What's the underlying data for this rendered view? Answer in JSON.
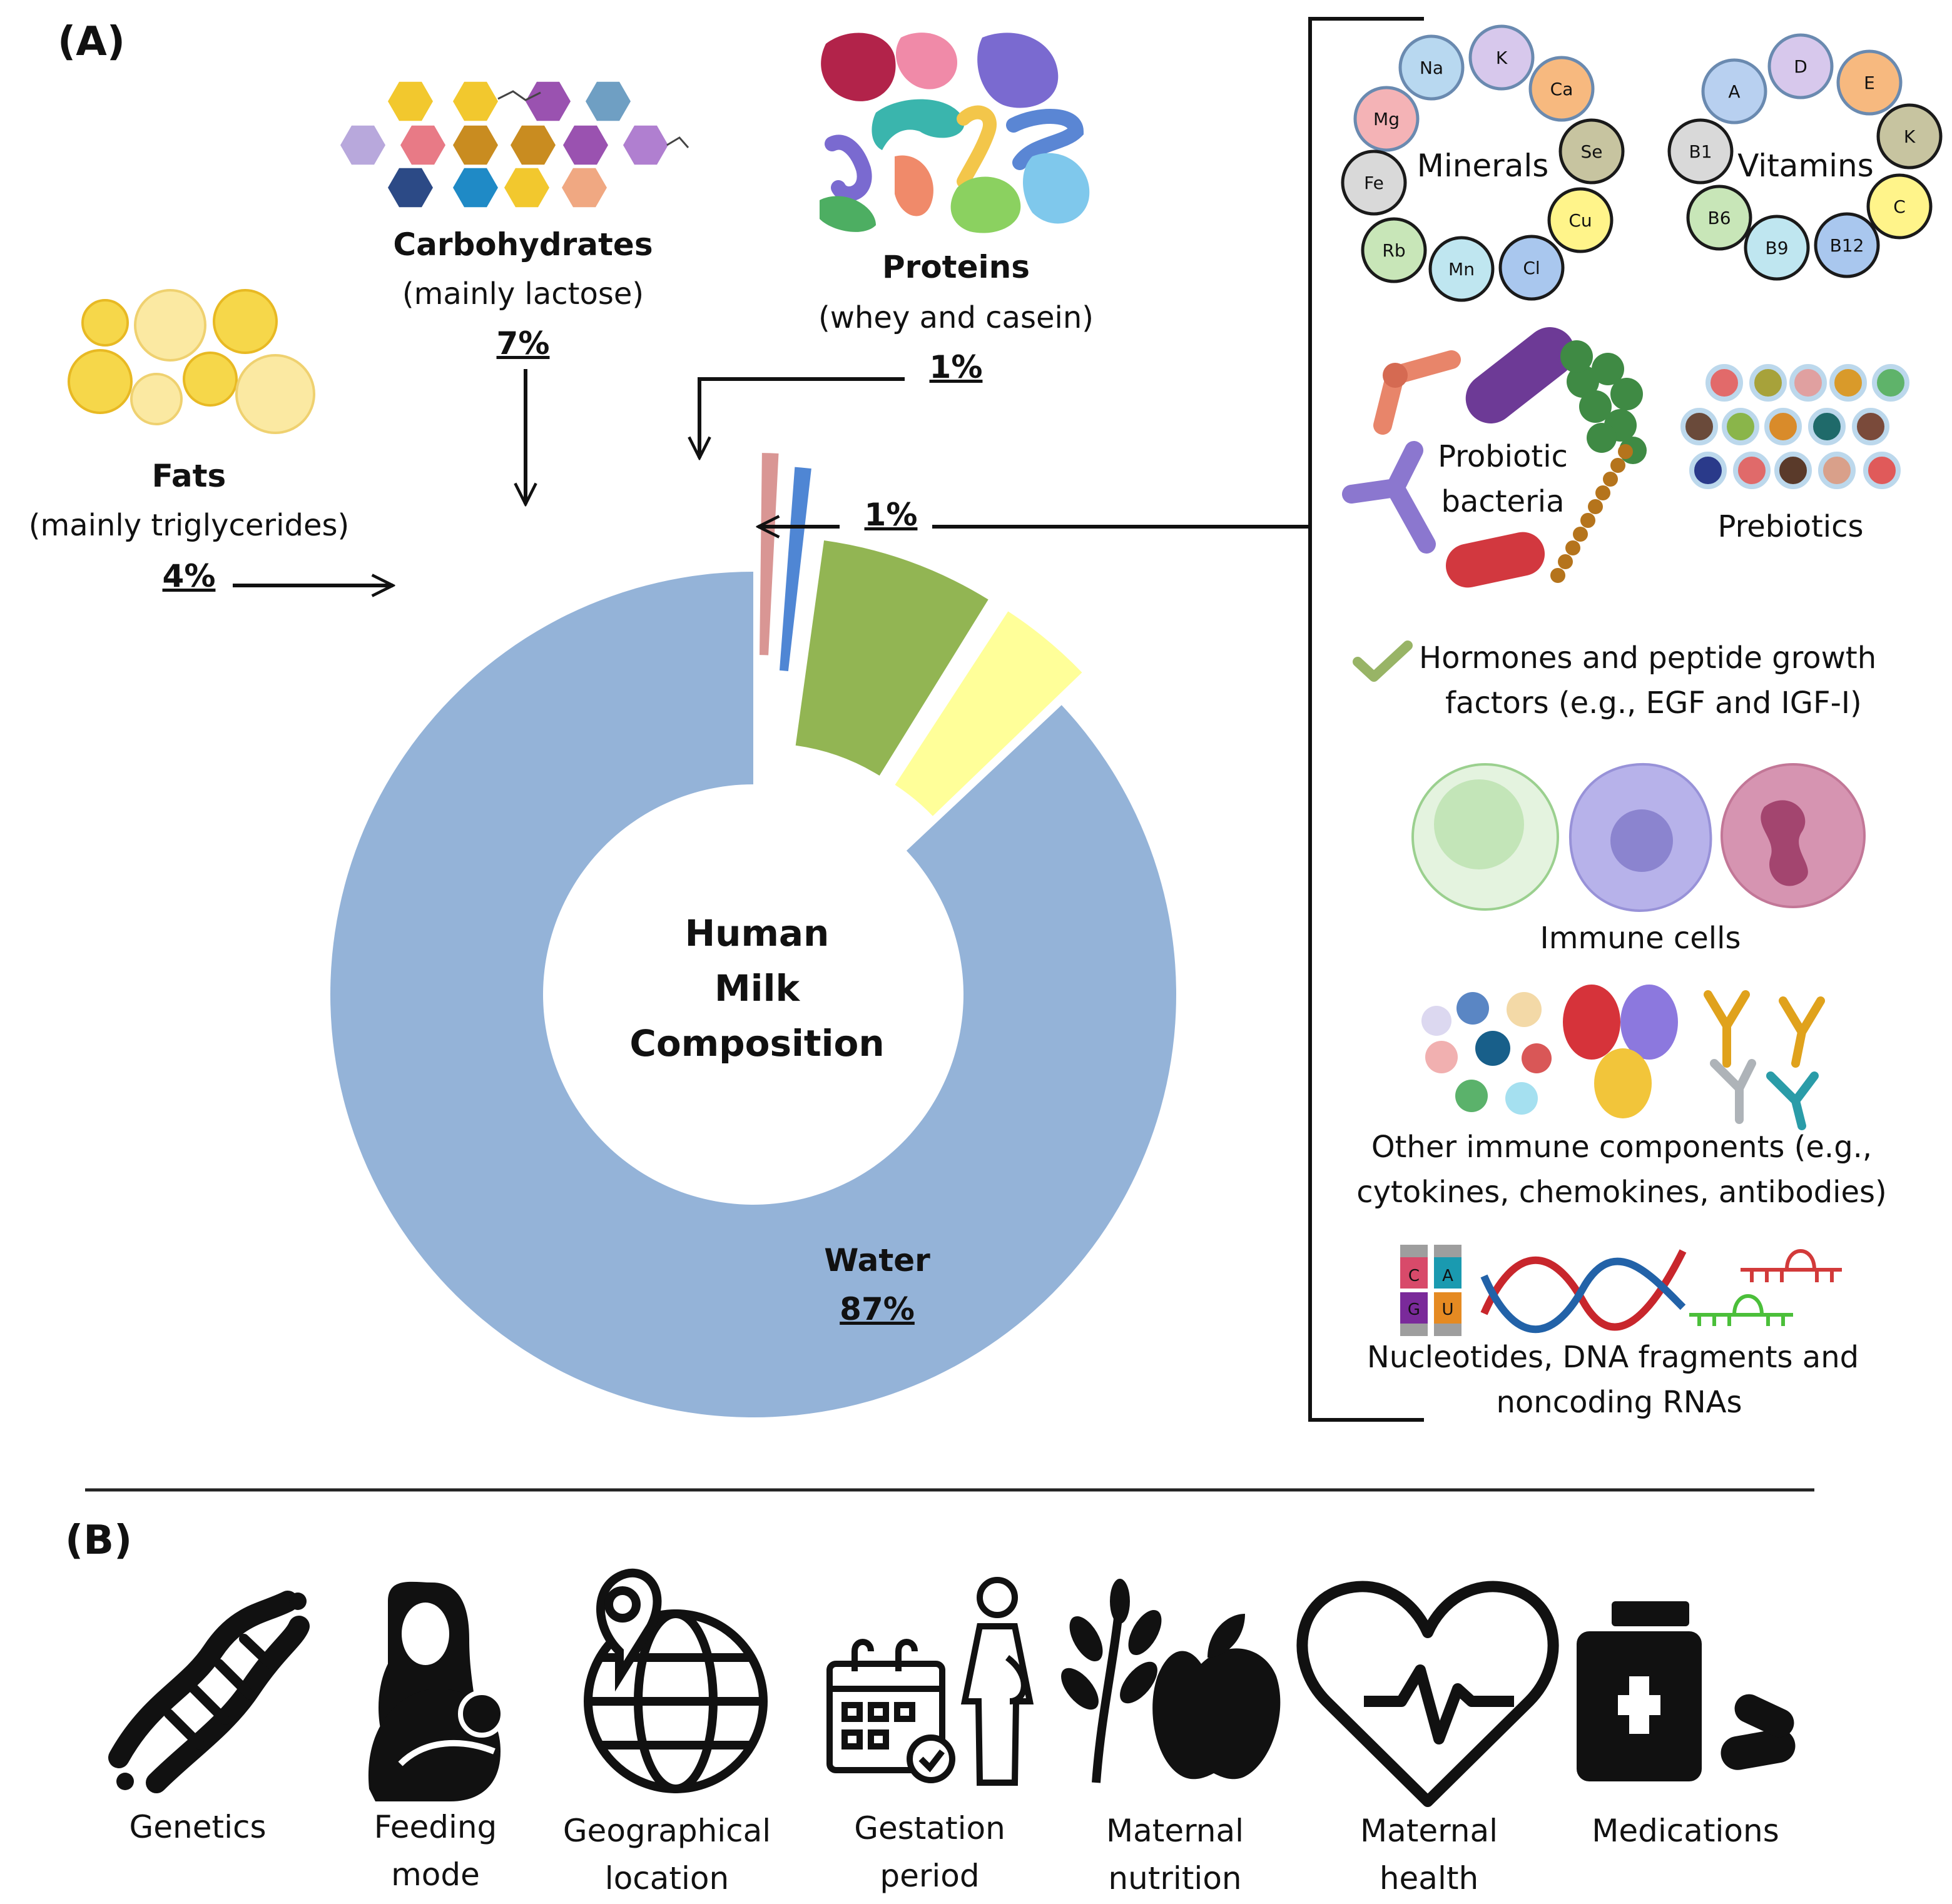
{
  "panel_a": {
    "label": "(A)",
    "center_label": [
      "Human",
      "Milk",
      "Composition"
    ],
    "water": {
      "name": "Water",
      "pct": "87%"
    },
    "fats": {
      "name": "Fats",
      "detail": "(mainly triglycerides)",
      "pct": "4%"
    },
    "carbs": {
      "name": "Carbohydrates",
      "detail": "(mainly lactose)",
      "pct": "7%"
    },
    "proteins": {
      "name": "Proteins",
      "detail": "(whey and casein)",
      "pct": "1%"
    },
    "other": {
      "pct": "1%"
    }
  },
  "chart_data": {
    "type": "pie",
    "variant": "donut",
    "slices": [
      {
        "label": "Water",
        "value": 87,
        "color": "#94b3d8"
      },
      {
        "label": "Fats",
        "value": 4,
        "color": "#ffff99"
      },
      {
        "label": "Carbohydrates",
        "value": 7,
        "color": "#92b553"
      },
      {
        "label": "Proteins",
        "value": 1,
        "color": "#4f86d4"
      },
      {
        "label": "",
        "value": 1,
        "color": "#d99694"
      }
    ]
  },
  "micro": {
    "minerals": {
      "title": "Minerals",
      "items": [
        {
          "symbol": "Na",
          "color": "#b8d8f0"
        },
        {
          "symbol": "K",
          "color": "#d7c8ec"
        },
        {
          "symbol": "Ca",
          "color": "#f7b97f"
        },
        {
          "symbol": "Mg",
          "color": "#f4b3b6"
        },
        {
          "symbol": "Se",
          "color": "#c7c4a0"
        },
        {
          "symbol": "Fe",
          "color": "#d9d9d9"
        },
        {
          "symbol": "Cu",
          "color": "#fff48a"
        },
        {
          "symbol": "Rb",
          "color": "#c8e6b8"
        },
        {
          "symbol": "Mn",
          "color": "#bfe6f0"
        },
        {
          "symbol": "Cl",
          "color": "#a9c7ee"
        }
      ]
    },
    "vitamins": {
      "title": "Vitamins",
      "items": [
        {
          "symbol": "A",
          "color": "#b8d0f0"
        },
        {
          "symbol": "D",
          "color": "#d7c8ec"
        },
        {
          "symbol": "E",
          "color": "#f7b97f"
        },
        {
          "symbol": "B1",
          "color": "#d9d9d9"
        },
        {
          "symbol": "K",
          "color": "#c7c4a0"
        },
        {
          "symbol": "C",
          "color": "#fff48a"
        },
        {
          "symbol": "B6",
          "color": "#c8e6b8"
        },
        {
          "symbol": "B9",
          "color": "#bfe6f0"
        },
        {
          "symbol": "B12",
          "color": "#a9c7ee"
        }
      ]
    },
    "probiotic": [
      "Probiotic",
      "bacteria"
    ],
    "prebiotics": "Prebiotics",
    "hormones": [
      "Hormones and peptide growth",
      "factors (e.g., EGF and IGF-I)"
    ],
    "immune_cells": "Immune cells",
    "other_immune": [
      "Other immune components (e.g.,",
      "cytokines, chemokines, antibodies)"
    ],
    "nucleotides": [
      "Nucleotides, DNA fragments and",
      "noncoding RNAs"
    ],
    "nucleotide_letters": [
      "C",
      "A",
      "G",
      "U"
    ]
  },
  "panel_b": {
    "label": "(B)",
    "factors": [
      {
        "name": [
          "Genetics"
        ],
        "icon": "dna-icon"
      },
      {
        "name": [
          "Feeding",
          "mode"
        ],
        "icon": "breastfeeding-icon"
      },
      {
        "name": [
          "Geographical",
          "location"
        ],
        "icon": "globe-pin-icon"
      },
      {
        "name": [
          "Gestation",
          "period"
        ],
        "icon": "calendar-pregnant-icon"
      },
      {
        "name": [
          "Maternal",
          "nutrition"
        ],
        "icon": "plant-apple-icon"
      },
      {
        "name": [
          "Maternal",
          "health"
        ],
        "icon": "heartbeat-icon"
      },
      {
        "name": [
          "Medications"
        ],
        "icon": "medicine-bottle-icon"
      }
    ]
  }
}
